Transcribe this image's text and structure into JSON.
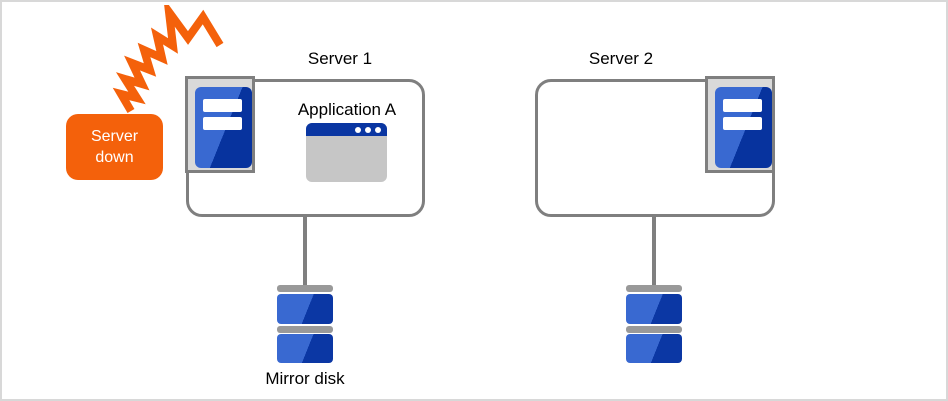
{
  "diagram": {
    "type": "failover-cluster-diagram",
    "badge": {
      "lines": [
        "Server",
        "down"
      ],
      "fill_color": "#F4610B",
      "text_color": "#FFFFFF"
    },
    "servers": [
      {
        "title": "Server 1",
        "application": "Application A",
        "has_server_icon": true,
        "icon_position": "top-left"
      },
      {
        "title": "Server 2",
        "has_server_icon": true,
        "icon_position": "top-right"
      }
    ],
    "disks": [
      {
        "label": "Mirror disk",
        "connected_to": "Server 1"
      },
      {
        "label": "",
        "connected_to": "Server 2"
      }
    ],
    "colors": {
      "accent_orange": "#F4610B",
      "outline_gray": "#7F7F7F",
      "icon_container_fill": "#D9D9D9",
      "blue_light": "#3969D1",
      "blue_dark": "#07339E",
      "app_titlebar_blue": "#0A36A2",
      "app_body_gray": "#C6C6C6",
      "disk_cap_gray": "#999999",
      "canvas_border": "#D8D8D8"
    },
    "icons": {
      "lightning": "lightning-spark-icon",
      "server": "server-tower-icon",
      "application": "app-window-icon",
      "disk": "mirror-disk-icon"
    }
  }
}
